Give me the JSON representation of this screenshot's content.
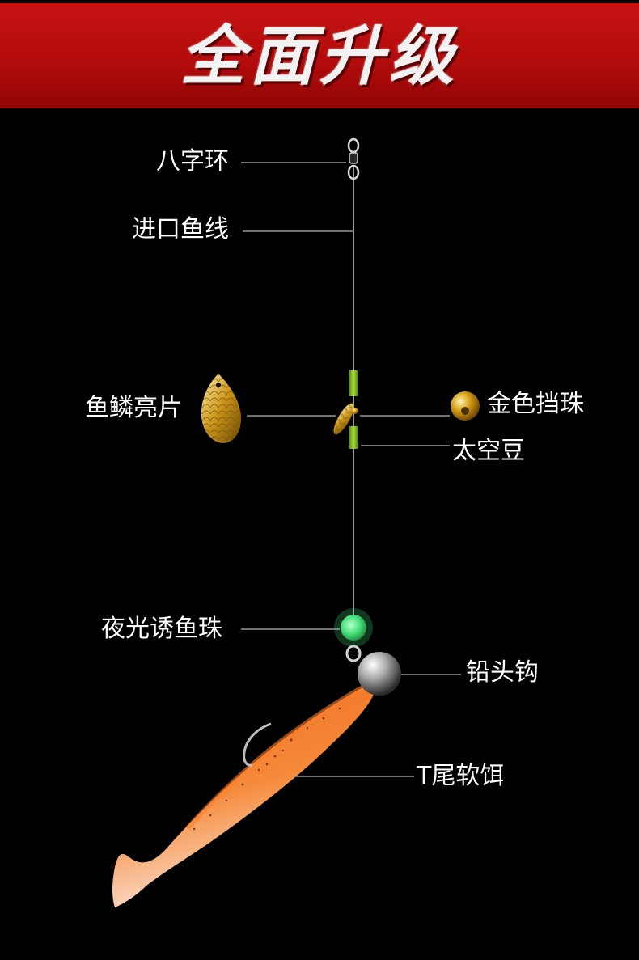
{
  "banner": {
    "title": "全面升级"
  },
  "labels": {
    "swivel": "八字环",
    "line": "进口鱼线",
    "spinner": "鱼鳞亮片",
    "gold_bead": "金色挡珠",
    "space_bean": "太空豆",
    "glow_bead": "夜光诱鱼珠",
    "jig_head": "铅头钩",
    "soft_bait": "T尾软饵"
  },
  "colors": {
    "banner_red": "#c81313",
    "background": "#000000",
    "glow_bead": "#44e07a",
    "space_bean": "#8fcf2a",
    "gold": "#d8a017",
    "bait_orange": "#f06a1c"
  },
  "icons": [
    "swivel-icon",
    "spinner-blade-icon",
    "gold-bead-icon",
    "glow-bead-icon",
    "jig-head-icon",
    "hook-icon",
    "soft-bait-icon"
  ]
}
